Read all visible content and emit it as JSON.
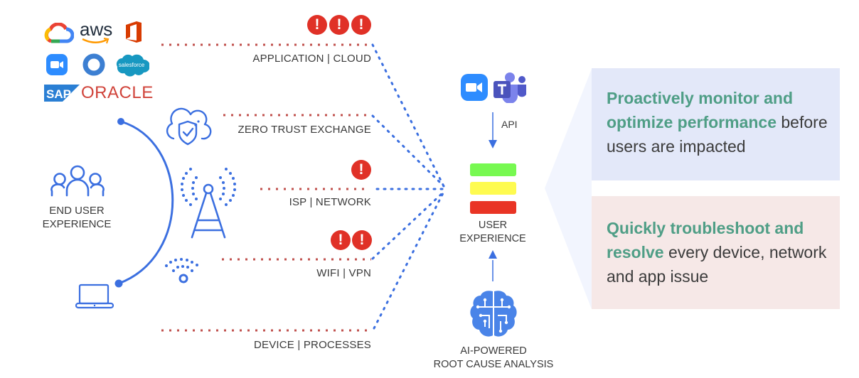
{
  "left": {
    "end_user_label_line1": "END USER",
    "end_user_label_line2": "EXPERIENCE",
    "app_logos": [
      {
        "name": "google-cloud"
      },
      {
        "name": "aws",
        "text": "aws"
      },
      {
        "name": "office-365"
      },
      {
        "name": "zoom"
      },
      {
        "name": "webex"
      },
      {
        "name": "salesforce",
        "text": "salesforce"
      },
      {
        "name": "sap",
        "text": "SAP"
      },
      {
        "name": "oracle",
        "text": "ORACLE"
      }
    ]
  },
  "layers": [
    {
      "id": "application",
      "label": "APPLICATION | CLOUD",
      "alerts": 3,
      "icon": "apps-logos"
    },
    {
      "id": "zero-trust",
      "label": "ZERO TRUST EXCHANGE",
      "alerts": 0,
      "icon": "cloud-shield-icon"
    },
    {
      "id": "isp",
      "label": "ISP | NETWORK",
      "alerts": 1,
      "icon": "radio-tower-icon"
    },
    {
      "id": "wifi",
      "label": "WIFI | VPN",
      "alerts": 2,
      "icon": "wifi-icon"
    },
    {
      "id": "device",
      "label": "DEVICE | PROCESSES",
      "alerts": 0,
      "icon": "laptop-icon"
    }
  ],
  "alert_glyph": "!",
  "center": {
    "api_label": "API",
    "user_experience_line1": "USER",
    "user_experience_line2": "EXPERIENCE",
    "rca_line1": "AI-POWERED",
    "rca_line2": "ROOT CAUSE ANALYSIS",
    "status_levels": [
      {
        "name": "good",
        "color": "#77f951"
      },
      {
        "name": "warning",
        "color": "#fefb50"
      },
      {
        "name": "poor",
        "color": "#e93425"
      }
    ]
  },
  "panels": [
    {
      "highlight": "Proactively monitor and optimize performance",
      "rest": " before users are impacted"
    },
    {
      "highlight": "Quickly troubleshoot and resolve",
      "rest": " every device, network and app issue"
    }
  ],
  "colors": {
    "accent_blue": "#3b6fe0",
    "alert_red": "#e03127",
    "dotted_red": "#c0504d",
    "highlight_green": "#4f9e86",
    "panel_blue_bg": "#e3e8f9",
    "panel_red_bg": "#f6e8e7"
  }
}
